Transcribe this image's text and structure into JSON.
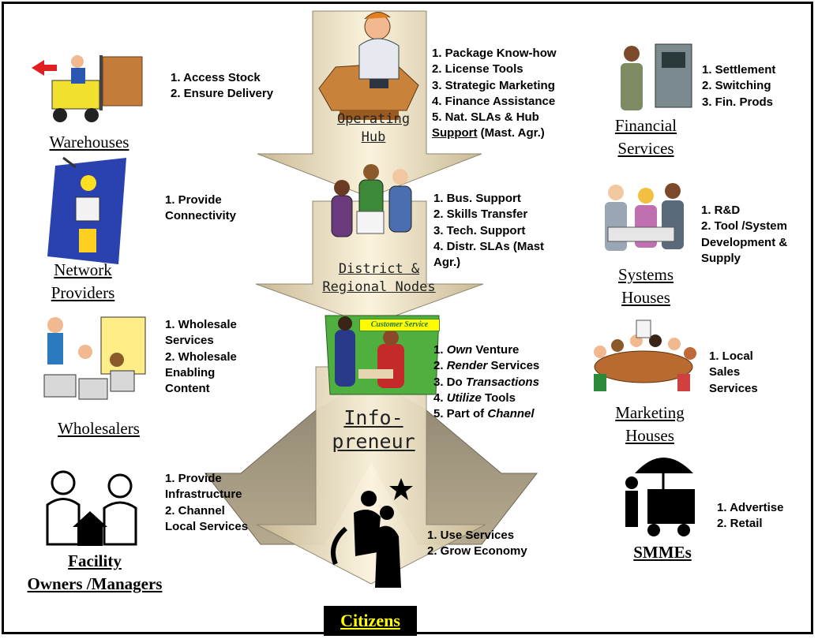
{
  "colors": {
    "arrow_fill": "#f3e6c8",
    "arrow_dark": "#b8a888",
    "arrow_edge": "#8f8772",
    "citizens_bg": "#000000",
    "citizens_text": "#ffff00"
  },
  "center": {
    "operating_hub": {
      "label_1": "Operating",
      "label_2": "Hub",
      "items": [
        "1. Package Know-how",
        "2. License Tools",
        "3. Strategic Marketing",
        "4. Finance Assistance",
        "5. Nat. SLAs & Hub"
      ],
      "last_bold_underlined": "Support",
      "last_rest": " (Mast. Agr.)"
    },
    "district": {
      "label_1": "District &",
      "label_2": "Regional Nodes",
      "items": [
        "1. Bus. Support",
        "2. Skills Transfer",
        "3. Tech. Support",
        "4. Distr. SLAs (Mast",
        "Agr.)"
      ]
    },
    "infopreneur": {
      "banner": "Customer Service",
      "label_1": "Info-",
      "label_2": "preneur",
      "items": [
        {
          "num": "1. ",
          "em": "Own",
          "rest": " Venture"
        },
        {
          "num": "2. ",
          "em": "Render",
          "rest": " Services"
        },
        {
          "num": "3. Do ",
          "em": "Transactions",
          "rest": ""
        },
        {
          "num": "4. ",
          "em": "Utilize",
          "rest": " Tools"
        },
        {
          "num": "5. Part of ",
          "em": "Channel",
          "rest": ""
        }
      ]
    },
    "citizens": {
      "label": "Citizens",
      "items": [
        "1. Use Services",
        "2. Grow Economy"
      ]
    }
  },
  "left": {
    "warehouses": {
      "label": "Warehouses",
      "items": [
        "1. Access Stock",
        "2. Ensure Delivery"
      ]
    },
    "network": {
      "label_1": "Network",
      "label_2": "Providers",
      "items": [
        "1. Provide",
        "Connectivity"
      ]
    },
    "wholesalers": {
      "label": "Wholesalers",
      "items": [
        "1. Wholesale",
        "Services",
        "2. Wholesale",
        "Enabling",
        "Content"
      ]
    },
    "facility": {
      "label_1": "Facility",
      "label_2": "Owners /Managers",
      "items": [
        "1. Provide",
        "Infrastructure",
        "2. Channel",
        "Local Services"
      ]
    }
  },
  "right": {
    "financial": {
      "label_1": "Financial",
      "label_2": "Services",
      "items": [
        "1. Settlement",
        "2. Switching",
        "3. Fin. Prods"
      ]
    },
    "systems": {
      "label_1": "Systems",
      "label_2": "Houses",
      "items": [
        "1. R&D",
        "2. Tool /System",
        "Development &",
        "Supply"
      ]
    },
    "marketing": {
      "label_1": "Marketing",
      "label_2": "Houses",
      "items": [
        "1. Local",
        "Sales",
        "Services"
      ]
    },
    "smmes": {
      "label": "SMMEs",
      "items": [
        "1. Advertise",
        "2. Retail"
      ]
    }
  }
}
